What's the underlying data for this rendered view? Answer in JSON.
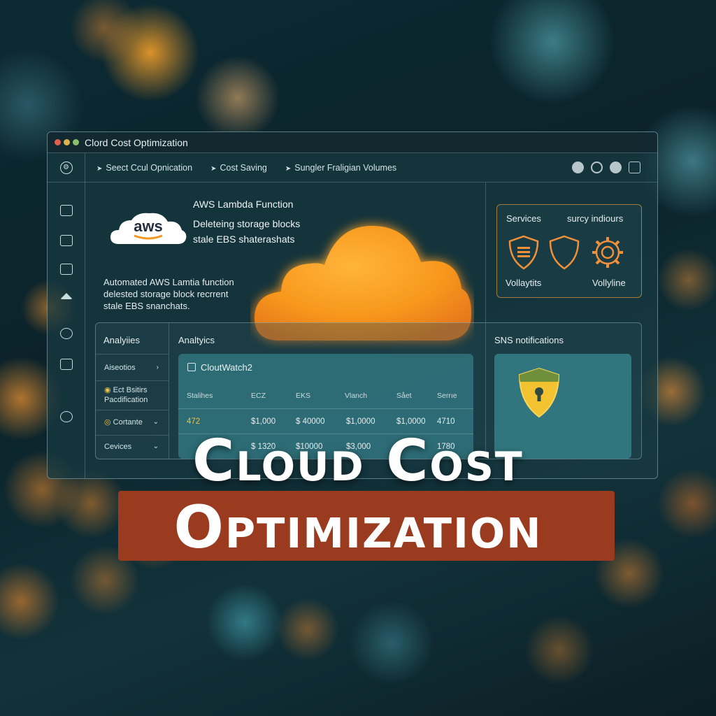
{
  "window": {
    "title": "Clord Cost Optimization"
  },
  "toolbar": {
    "crumbs": [
      "Seect Ccul Opnication",
      "Cost Saving",
      "Sungler Fraligian Volumes"
    ]
  },
  "lambda": {
    "aws_logo_text": "aws",
    "title": "AWS Lambda Function",
    "line1": "Deleteing storage blocks",
    "line2": "stale EBS shaterashats"
  },
  "automation_text": {
    "line1": "Automated AWS Lamtia function",
    "line2": "delested storage block recrrent",
    "line3": "stale EBS snanchats."
  },
  "services": {
    "label_left": "Services",
    "label_right": "surcy indiours",
    "caption_left": "Vollaytits",
    "caption_right": "Vollyline",
    "accent_color": "#f0903a"
  },
  "menu": {
    "head": "Analyiies",
    "items": [
      {
        "label": "Aiseotios",
        "chevron": "›"
      },
      {
        "label_line1": "Ect Bsitirs",
        "label_line2": "Pacdification"
      },
      {
        "label": "Cortante",
        "chevron": "⌄"
      },
      {
        "label": "Cevices",
        "chevron": "⌄"
      }
    ]
  },
  "analytics": {
    "head": "Analtyics",
    "card_title": "CloutWatch2",
    "columns": [
      "Stalihes",
      "ECZ",
      "EKS",
      "Vlanch",
      "Sået",
      "Serrıe"
    ],
    "rows": [
      [
        "472",
        "$1,000",
        "$ 40000",
        "$1,0000",
        "$1,0000",
        "4710"
      ],
      [
        "",
        "$ 1320",
        "$10000",
        "$3,000",
        "$",
        "1780"
      ]
    ]
  },
  "sns": {
    "head": "SNS notifications",
    "shield_color": "#f2c230"
  },
  "headline": {
    "line1": "Cloud Cost",
    "line2": "Optimization",
    "band_color": "#9a3a1f"
  }
}
